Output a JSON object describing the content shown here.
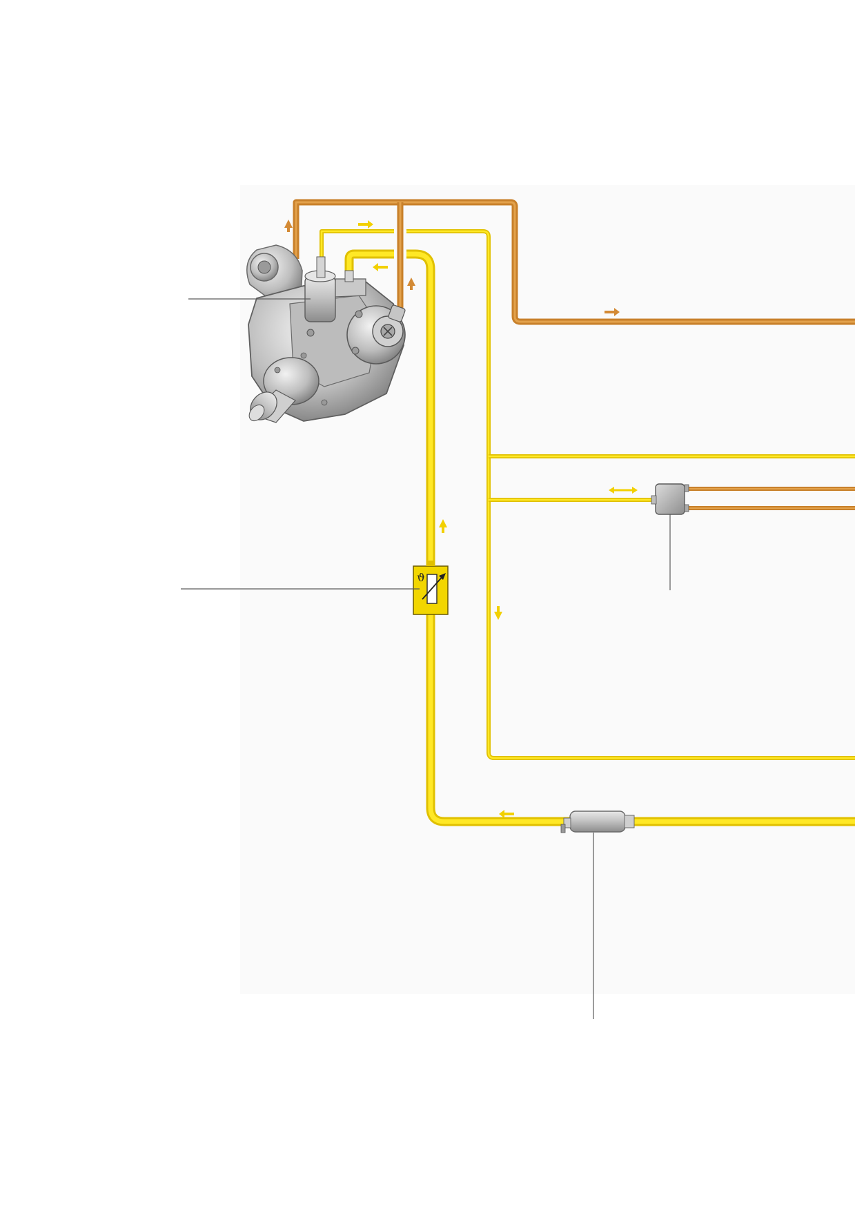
{
  "diagram": {
    "palette": {
      "background": "#ffffff",
      "panel": "#fafafa",
      "high_pressure_line": "#c8802a",
      "low_pressure_line": "#ffe826",
      "sensor_housing": "#f2d600",
      "component_body": "#b8b8b8",
      "leader_line": "#5a5a5a"
    },
    "components": [
      {
        "id": "high-pressure-pump",
        "icon": "pump-icon"
      },
      {
        "id": "fuel-temperature-sensor",
        "icon": "thermistor-icon",
        "symbol": "ϑ"
      },
      {
        "id": "pressure-valve",
        "icon": "valve-icon"
      },
      {
        "id": "fuel-filter",
        "icon": "filter-icon"
      }
    ],
    "flow_arrows": [
      "up",
      "right",
      "left",
      "up",
      "right",
      "left-right",
      "up",
      "down",
      "left"
    ]
  }
}
